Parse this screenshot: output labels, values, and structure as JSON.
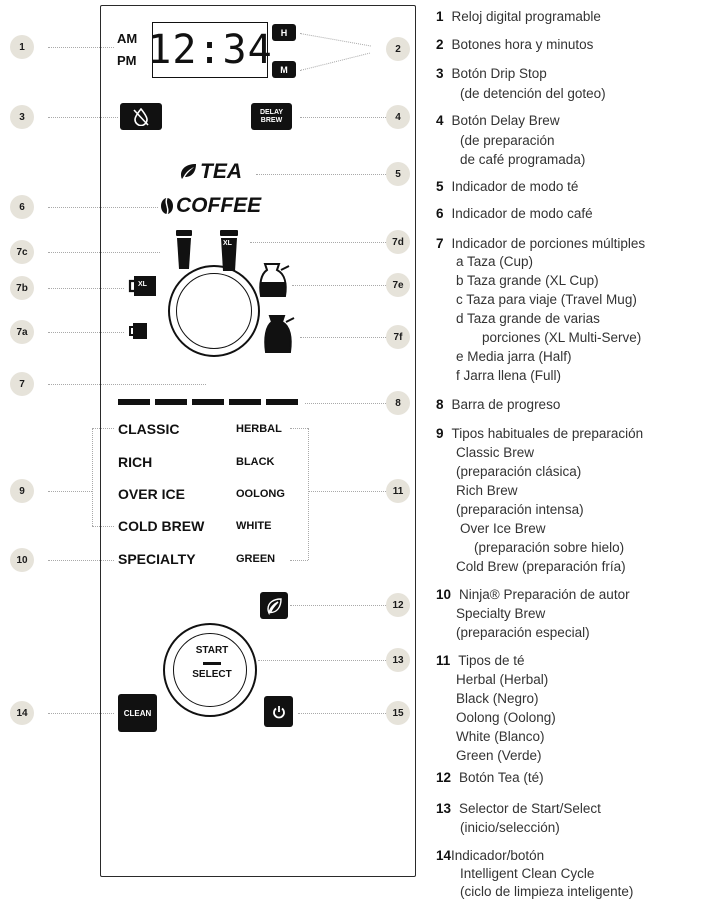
{
  "panel": {
    "display": {
      "am": "AM",
      "pm": "PM",
      "time": "12:34",
      "hour_button": "H",
      "minute_button": "M"
    },
    "delay_brew_line1": "DELAY",
    "delay_brew_line2": "BREW",
    "tea_mode": "TEA",
    "coffee_mode": "COFFEE",
    "cup_xl": "XL",
    "brew_styles": [
      "CLASSIC",
      "RICH",
      "OVER ICE",
      "COLD BREW",
      "SPECIALTY"
    ],
    "tea_types": [
      "HERBAL",
      "BLACK",
      "OOLONG",
      "WHITE",
      "GREEN"
    ],
    "start_label": "START",
    "select_label": "SELECT",
    "clean_label": "CLEAN"
  },
  "callouts": [
    "1",
    "2",
    "3",
    "4",
    "5",
    "6",
    "7c",
    "7d",
    "7b",
    "7e",
    "7a",
    "7f",
    "7",
    "8",
    "9",
    "11",
    "10",
    "12",
    "13",
    "14",
    "15"
  ],
  "legend": {
    "items": [
      {
        "num": "1",
        "text": "Reloj digital programable"
      },
      {
        "num": "2",
        "text": "Botones hora y minutos"
      },
      {
        "num": "3",
        "text": "Botón Drip Stop",
        "lines": [
          "(de detención del goteo)"
        ]
      },
      {
        "num": "4",
        "text": "Botón Delay Brew",
        "lines": [
          "(de preparación",
          "de café programada)"
        ]
      },
      {
        "num": "5",
        "text": "Indicador de modo té"
      },
      {
        "num": "6",
        "text": "Indicador de modo café"
      },
      {
        "num": "7",
        "text": "Indicador de porciones múltiples",
        "lines": [
          "a  Taza (Cup)",
          "b  Taza grande (XL Cup)",
          "c  Taza para viaje (Travel Mug)",
          "d  Taza grande de varias",
          "porciones (XL Multi-Serve)",
          "e  Media jarra (Half)",
          "f   Jarra llena (Full)"
        ]
      },
      {
        "num": "8",
        "text": "Barra de progreso"
      },
      {
        "num": "9",
        "text": "Tipos habituales de preparación",
        "lines": [
          "Classic Brew",
          "(preparación clásica)",
          "Rich Brew",
          "(preparación intensa)",
          "Over Ice Brew",
          "(preparación sobre hielo)",
          "Cold Brew (preparación fría)"
        ]
      },
      {
        "num": "10",
        "text": "Ninja® Preparación de autor",
        "lines": [
          "Specialty Brew",
          "(preparación especial)"
        ]
      },
      {
        "num": "11",
        "text": "Tipos de té",
        "lines": [
          "Herbal (Herbal)",
          "Black (Negro)",
          "Oolong (Oolong)",
          "White (Blanco)",
          "Green (Verde)"
        ]
      },
      {
        "num": "12",
        "text": "Botón Tea (té)"
      },
      {
        "num": "13",
        "text": "Selector de Start/Select",
        "lines": [
          "(inicio/selección)"
        ]
      },
      {
        "num": "14",
        "text": "Indicador/botón",
        "lines": [
          "Intelligent Clean Cycle",
          "(ciclo de limpieza inteligente)"
        ]
      }
    ]
  }
}
